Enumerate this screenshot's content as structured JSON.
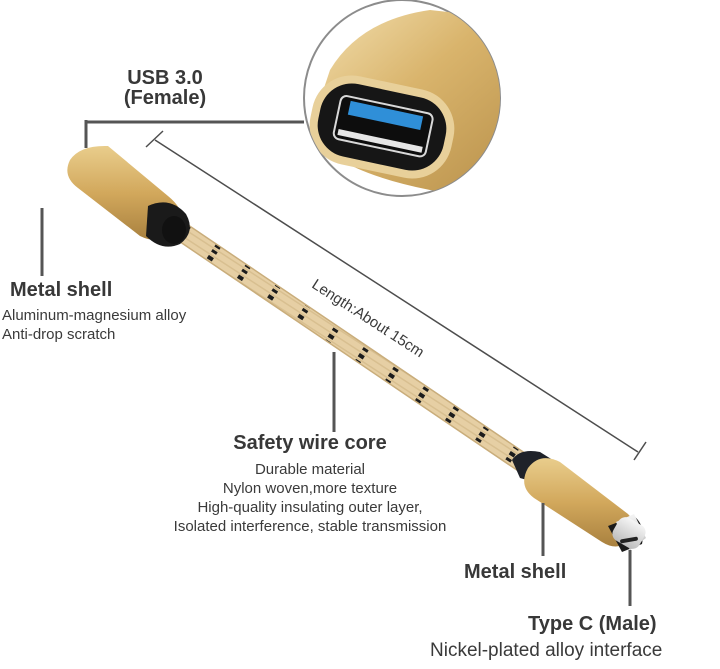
{
  "image": {
    "description": "USB 3.0 Female to Type C Male OTG adapter cable product diagram",
    "colors": {
      "gold": "#d9b26a",
      "gold_light": "#f0d9a5",
      "braid": "#e6cfa4",
      "braid_pattern": "#1c1c1c",
      "usb_blue": "#2f8fd8",
      "leader_line": "#555555",
      "text": "#383838"
    }
  },
  "labels": {
    "usb_female": {
      "title_line1": "USB 3.0",
      "title_line2": "(Female)"
    },
    "metal_shell_top": {
      "title": "Metal shell",
      "desc": [
        "Aluminum-magnesium alloy",
        "Anti-drop scratch"
      ]
    },
    "length": {
      "text": "Length:About 15cm"
    },
    "safety_wire_core": {
      "title": "Safety wire core",
      "desc": [
        "Durable material",
        "Nylon woven,more texture",
        "High-quality insulating outer layer,",
        "Isolated interference, stable transmission"
      ]
    },
    "metal_shell_bottom": {
      "title": "Metal shell"
    },
    "type_c_male": {
      "title": "Type C (Male)",
      "desc": "Nickel-plated alloy interface"
    }
  },
  "icons": {
    "usb_port_zoom": "usb-a-port-icon",
    "usb_female_connector": "usb-female-connector-icon",
    "type_c_connector": "type-c-connector-icon",
    "braided_cable": "braided-cable-icon"
  }
}
